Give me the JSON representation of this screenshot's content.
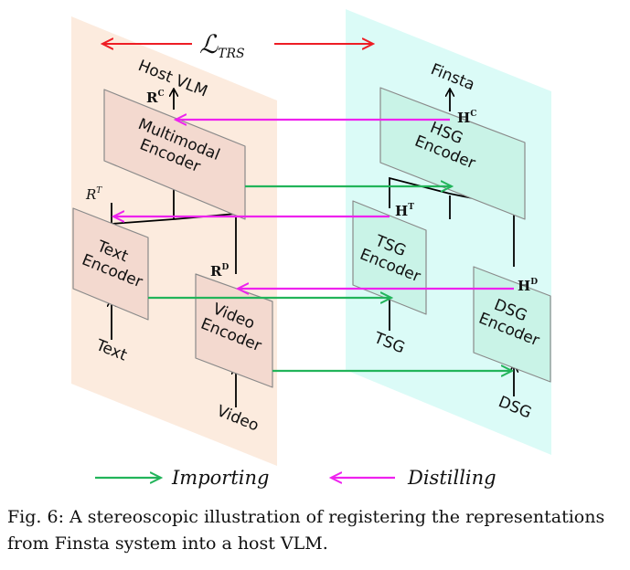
{
  "loss": {
    "symbol": "ℒ",
    "subscript": "TRS"
  },
  "left_panel": {
    "title": "Host VLM",
    "modules": {
      "multimodal": [
        "Multimodal",
        "Encoder"
      ],
      "text": [
        "Text",
        "Encoder"
      ],
      "video": [
        "Video",
        "Encoder"
      ]
    },
    "inputs": {
      "text": "Text",
      "video": "Video"
    },
    "features": {
      "rc": {
        "base": "R",
        "sup": "C"
      },
      "rt": {
        "base": "R",
        "sup": "T"
      },
      "rd": {
        "base": "R",
        "sup": "D"
      }
    }
  },
  "right_panel": {
    "title": "Finsta",
    "modules": {
      "hsg": [
        "HSG",
        "Encoder"
      ],
      "tsg": [
        "TSG",
        "Encoder"
      ],
      "dsg": [
        "DSG",
        "Encoder"
      ]
    },
    "inputs": {
      "tsg": "TSG",
      "dsg": "DSG"
    },
    "features": {
      "hc": {
        "base": "H",
        "sup": "C"
      },
      "ht": {
        "base": "H",
        "sup": "T"
      },
      "hd": {
        "base": "H",
        "sup": "D"
      }
    }
  },
  "legend": {
    "importing": "Importing",
    "distilling": "Distilling"
  },
  "colors": {
    "left_plane": "#fcebde",
    "right_plane": "#dbfbf7",
    "left_box": "#f3d9cf",
    "right_box": "#c9f3e7",
    "importing": "#22b45a",
    "distilling": "#ee22ee",
    "loss_arrow": "#ee1d24"
  },
  "caption": "Fig. 6: A stereoscopic illustration of registering the representations from Finsta system into a host VLM."
}
